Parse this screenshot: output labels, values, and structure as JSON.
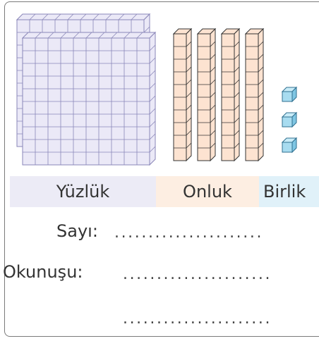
{
  "labels": {
    "hundreds": "Yüzlük",
    "tens": "Onluk",
    "ones": "Birlik"
  },
  "fields": {
    "number_label": "Sayı:",
    "number_blank": "......................",
    "reading_label": "Okunuşu:",
    "reading_blank": "......................",
    "reading_blank_2": "......................"
  },
  "blocks": {
    "hundreds_count": 2,
    "tens_count": 4,
    "ones_count": 3
  },
  "colors": {
    "hundreds_fill": "#ebe9f7",
    "hundreds_line": "#8a86b8",
    "tens_fill": "#fde3d1",
    "tens_line": "#333333",
    "ones_fill": "#a8dcf0",
    "ones_line": "#2f6f8f"
  }
}
